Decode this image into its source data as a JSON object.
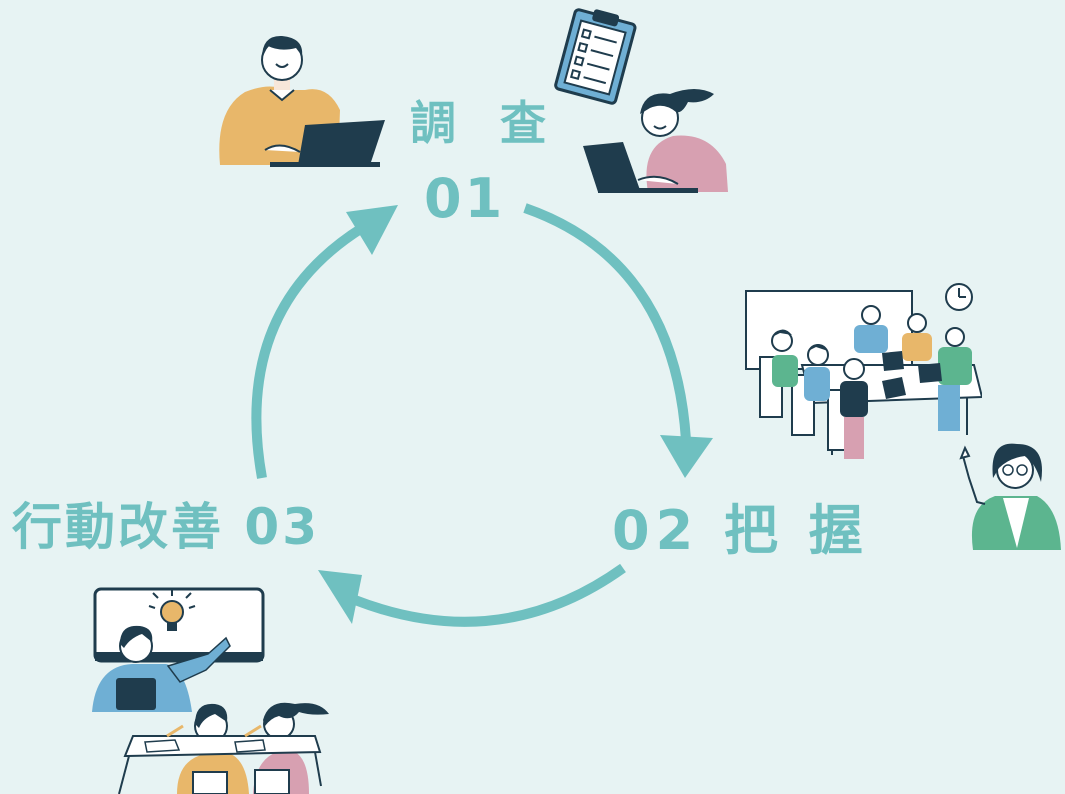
{
  "steps": [
    {
      "number": "01",
      "title": "調 査",
      "label": "調 査\n01"
    },
    {
      "number": "02",
      "title": "把 握",
      "label": "02 把 握"
    },
    {
      "number": "03",
      "title": "行動改善",
      "label": "行動改善 03"
    }
  ],
  "colors": {
    "background": "#e7f3f3",
    "accent": "#6fc0c0",
    "ink": "#1f3c4d",
    "mustard": "#e8b76a",
    "pink": "#d7a0b1",
    "green": "#5cb58f",
    "blue": "#6fafd4"
  },
  "icons": {
    "step1": [
      "man-with-laptop-icon",
      "clipboard-icon",
      "woman-with-laptop-icon"
    ],
    "step2": [
      "meeting-table-icon",
      "clock-icon",
      "presenter-woman-icon"
    ],
    "step3": [
      "lightbulb-board-icon",
      "presenter-man-icon",
      "students-at-desk-icon"
    ]
  }
}
